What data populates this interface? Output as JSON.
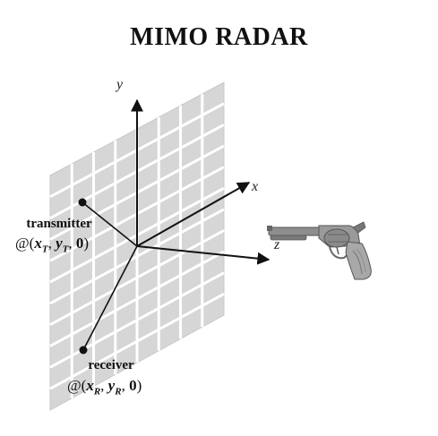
{
  "title": "MIMO RADAR",
  "axes": {
    "x": "x",
    "y": "y",
    "z": "z"
  },
  "transmitter": {
    "label": "transmitter",
    "coord_prefix": "@(",
    "coord_x": "x",
    "coord_x_sub": "T",
    "coord_y": "y",
    "coord_y_sub": "T",
    "coord_z": "0",
    "coord_suffix": ")"
  },
  "receiver": {
    "label": "receiver",
    "coord_prefix": "@(",
    "coord_x": "x",
    "coord_x_sub": "R",
    "coord_y": "y",
    "coord_y_sub": "R",
    "coord_z": "0",
    "coord_suffix": ")"
  },
  "colors": {
    "panel": "#d9d9d9",
    "grid": "#ffffff",
    "ink": "#111111",
    "gun": "#8a8a8a"
  },
  "icons": {
    "target": "revolver-icon"
  }
}
